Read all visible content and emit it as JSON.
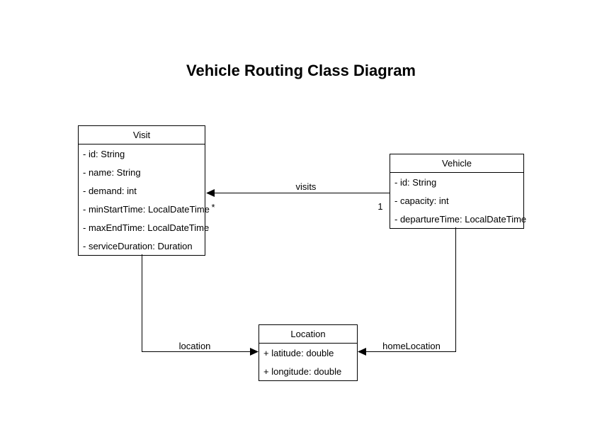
{
  "title": "Vehicle Routing Class Diagram",
  "classes": {
    "visit": {
      "name": "Visit",
      "attributes": [
        "- id: String",
        "- name: String",
        "- demand: int",
        "- minStartTime: LocalDateTime",
        "- maxEndTime: LocalDateTime",
        "- serviceDuration: Duration"
      ]
    },
    "vehicle": {
      "name": "Vehicle",
      "attributes": [
        "- id: String",
        "- capacity: int",
        "- departureTime: LocalDateTime"
      ]
    },
    "location": {
      "name": "Location",
      "attributes": [
        "+ latitude: double",
        "+ longitude: double"
      ]
    }
  },
  "relationships": {
    "visits": {
      "label": "visits",
      "from": "Vehicle",
      "to": "Visit",
      "target_multiplicity": "*",
      "source_multiplicity": "1"
    },
    "visit_location": {
      "label": "location",
      "from": "Visit",
      "to": "Location"
    },
    "vehicle_home_location": {
      "label": "homeLocation",
      "from": "Vehicle",
      "to": "Location"
    }
  },
  "colors": {
    "background": "#ffffff",
    "box_fill": "#ffffff",
    "box_border": "#000000",
    "line": "#000000",
    "text": "#000000"
  }
}
